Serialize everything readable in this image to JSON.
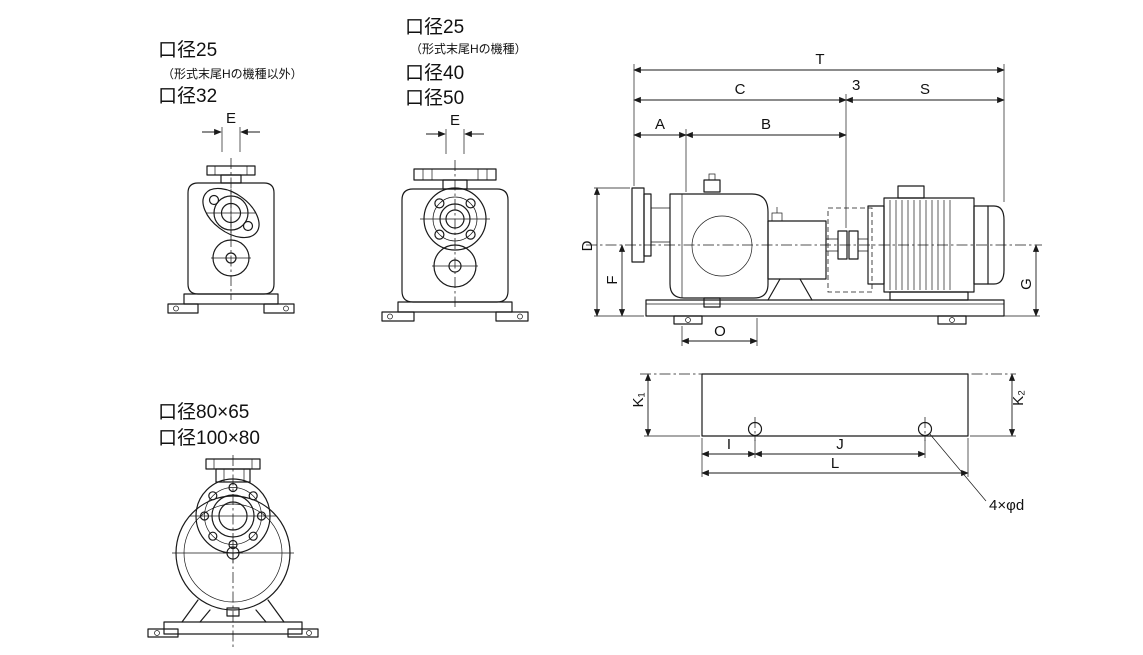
{
  "drawing": {
    "view1": {
      "title1": "口径25",
      "subtitle": "（形式末尾Hの機種以外）",
      "title2": "口径32",
      "dimE": "E"
    },
    "view2": {
      "title1": "口径25",
      "subtitle": "（形式末尾Hの機種）",
      "title2": "口径40",
      "title3": "口径50",
      "dimE": "E"
    },
    "view3": {
      "title1": "口径80×65",
      "title2": "口径100×80"
    },
    "side": {
      "T": "T",
      "C": "C",
      "S": "S",
      "callout3": "3",
      "A": "A",
      "B": "B",
      "D": "D",
      "F": "F",
      "G": "G",
      "O": "O"
    },
    "plan": {
      "K1": "K₁",
      "K2": "K₂",
      "I": "I",
      "J": "J",
      "L": "L",
      "holes": "4×φd"
    },
    "colors": {
      "line": "#1a1a1a",
      "background": "#ffffff"
    }
  }
}
